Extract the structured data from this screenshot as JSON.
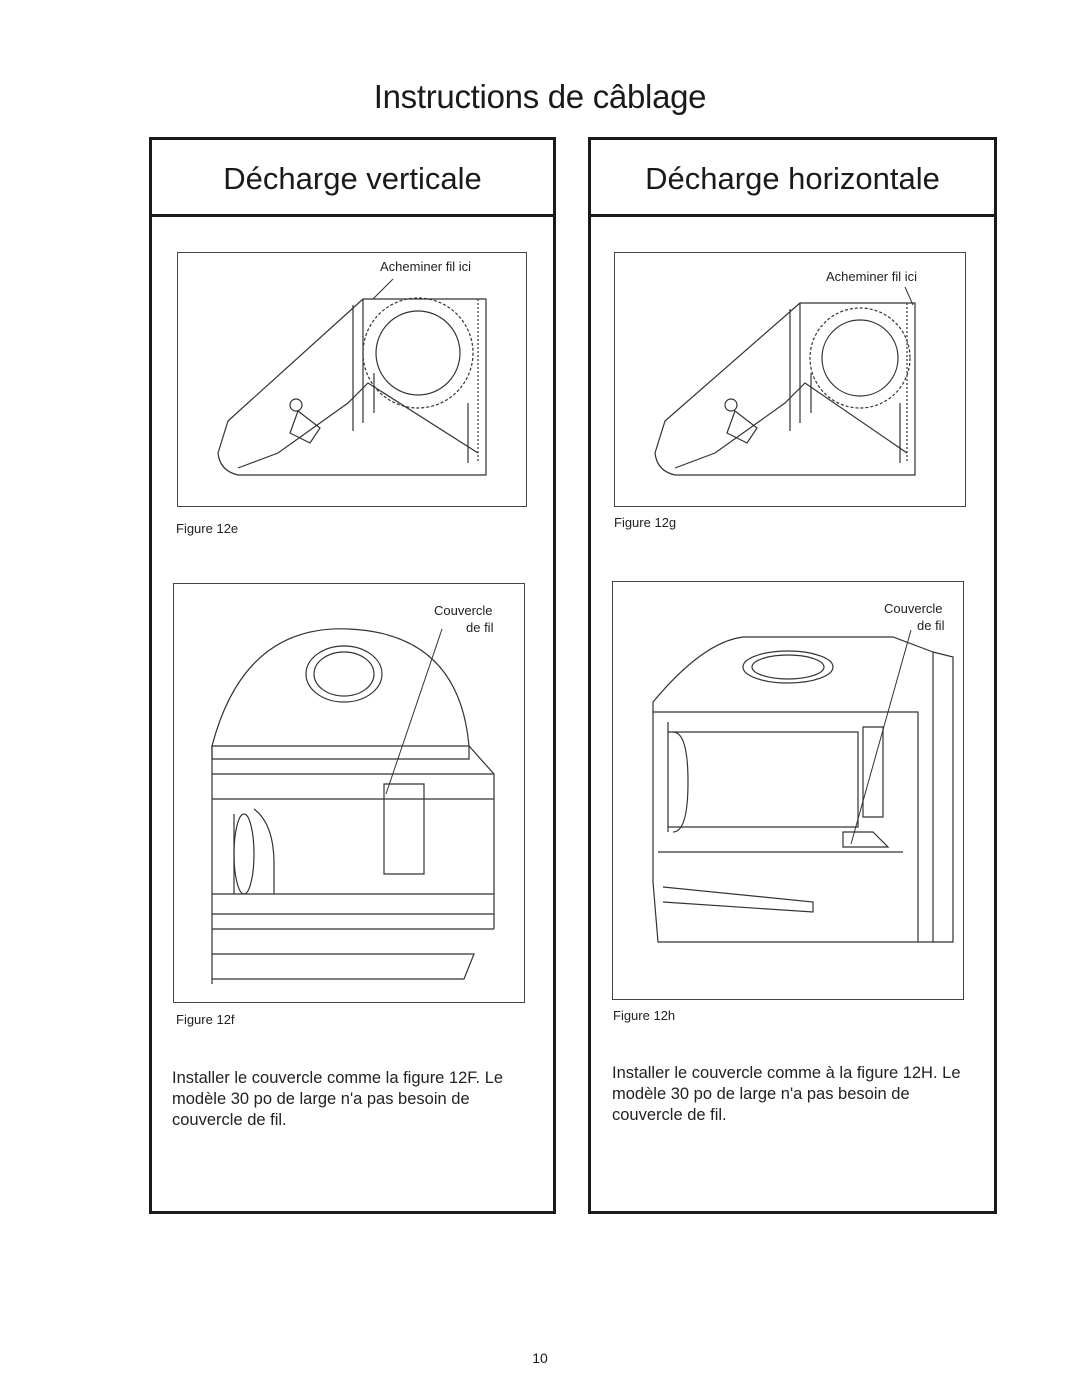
{
  "title": "Instructions de câblage",
  "left": {
    "heading": "Décharge verticale",
    "fig_top": {
      "callout": "Acheminer fil ici",
      "caption": "Figure 12e"
    },
    "fig_bottom": {
      "callout_line1": "Couvercle",
      "callout_line2": "de fil",
      "caption": "Figure 12f"
    },
    "text": "Installer le couvercle comme la figure 12F.  Le modèle 30 po de large n'a pas besoin de couvercle de fil."
  },
  "right": {
    "heading": "Décharge horizontale",
    "fig_top": {
      "callout": "Acheminer fil ici",
      "caption": "Figure 12g"
    },
    "fig_bottom": {
      "callout_line1": "Couvercle",
      "callout_line2": "de fil",
      "caption": "Figure 12h"
    },
    "text": "Installer le couvercle comme à la figure 12H. Le modèle 30 po de large n'a pas besoin de couvercle de fil."
  },
  "page_number": "10"
}
